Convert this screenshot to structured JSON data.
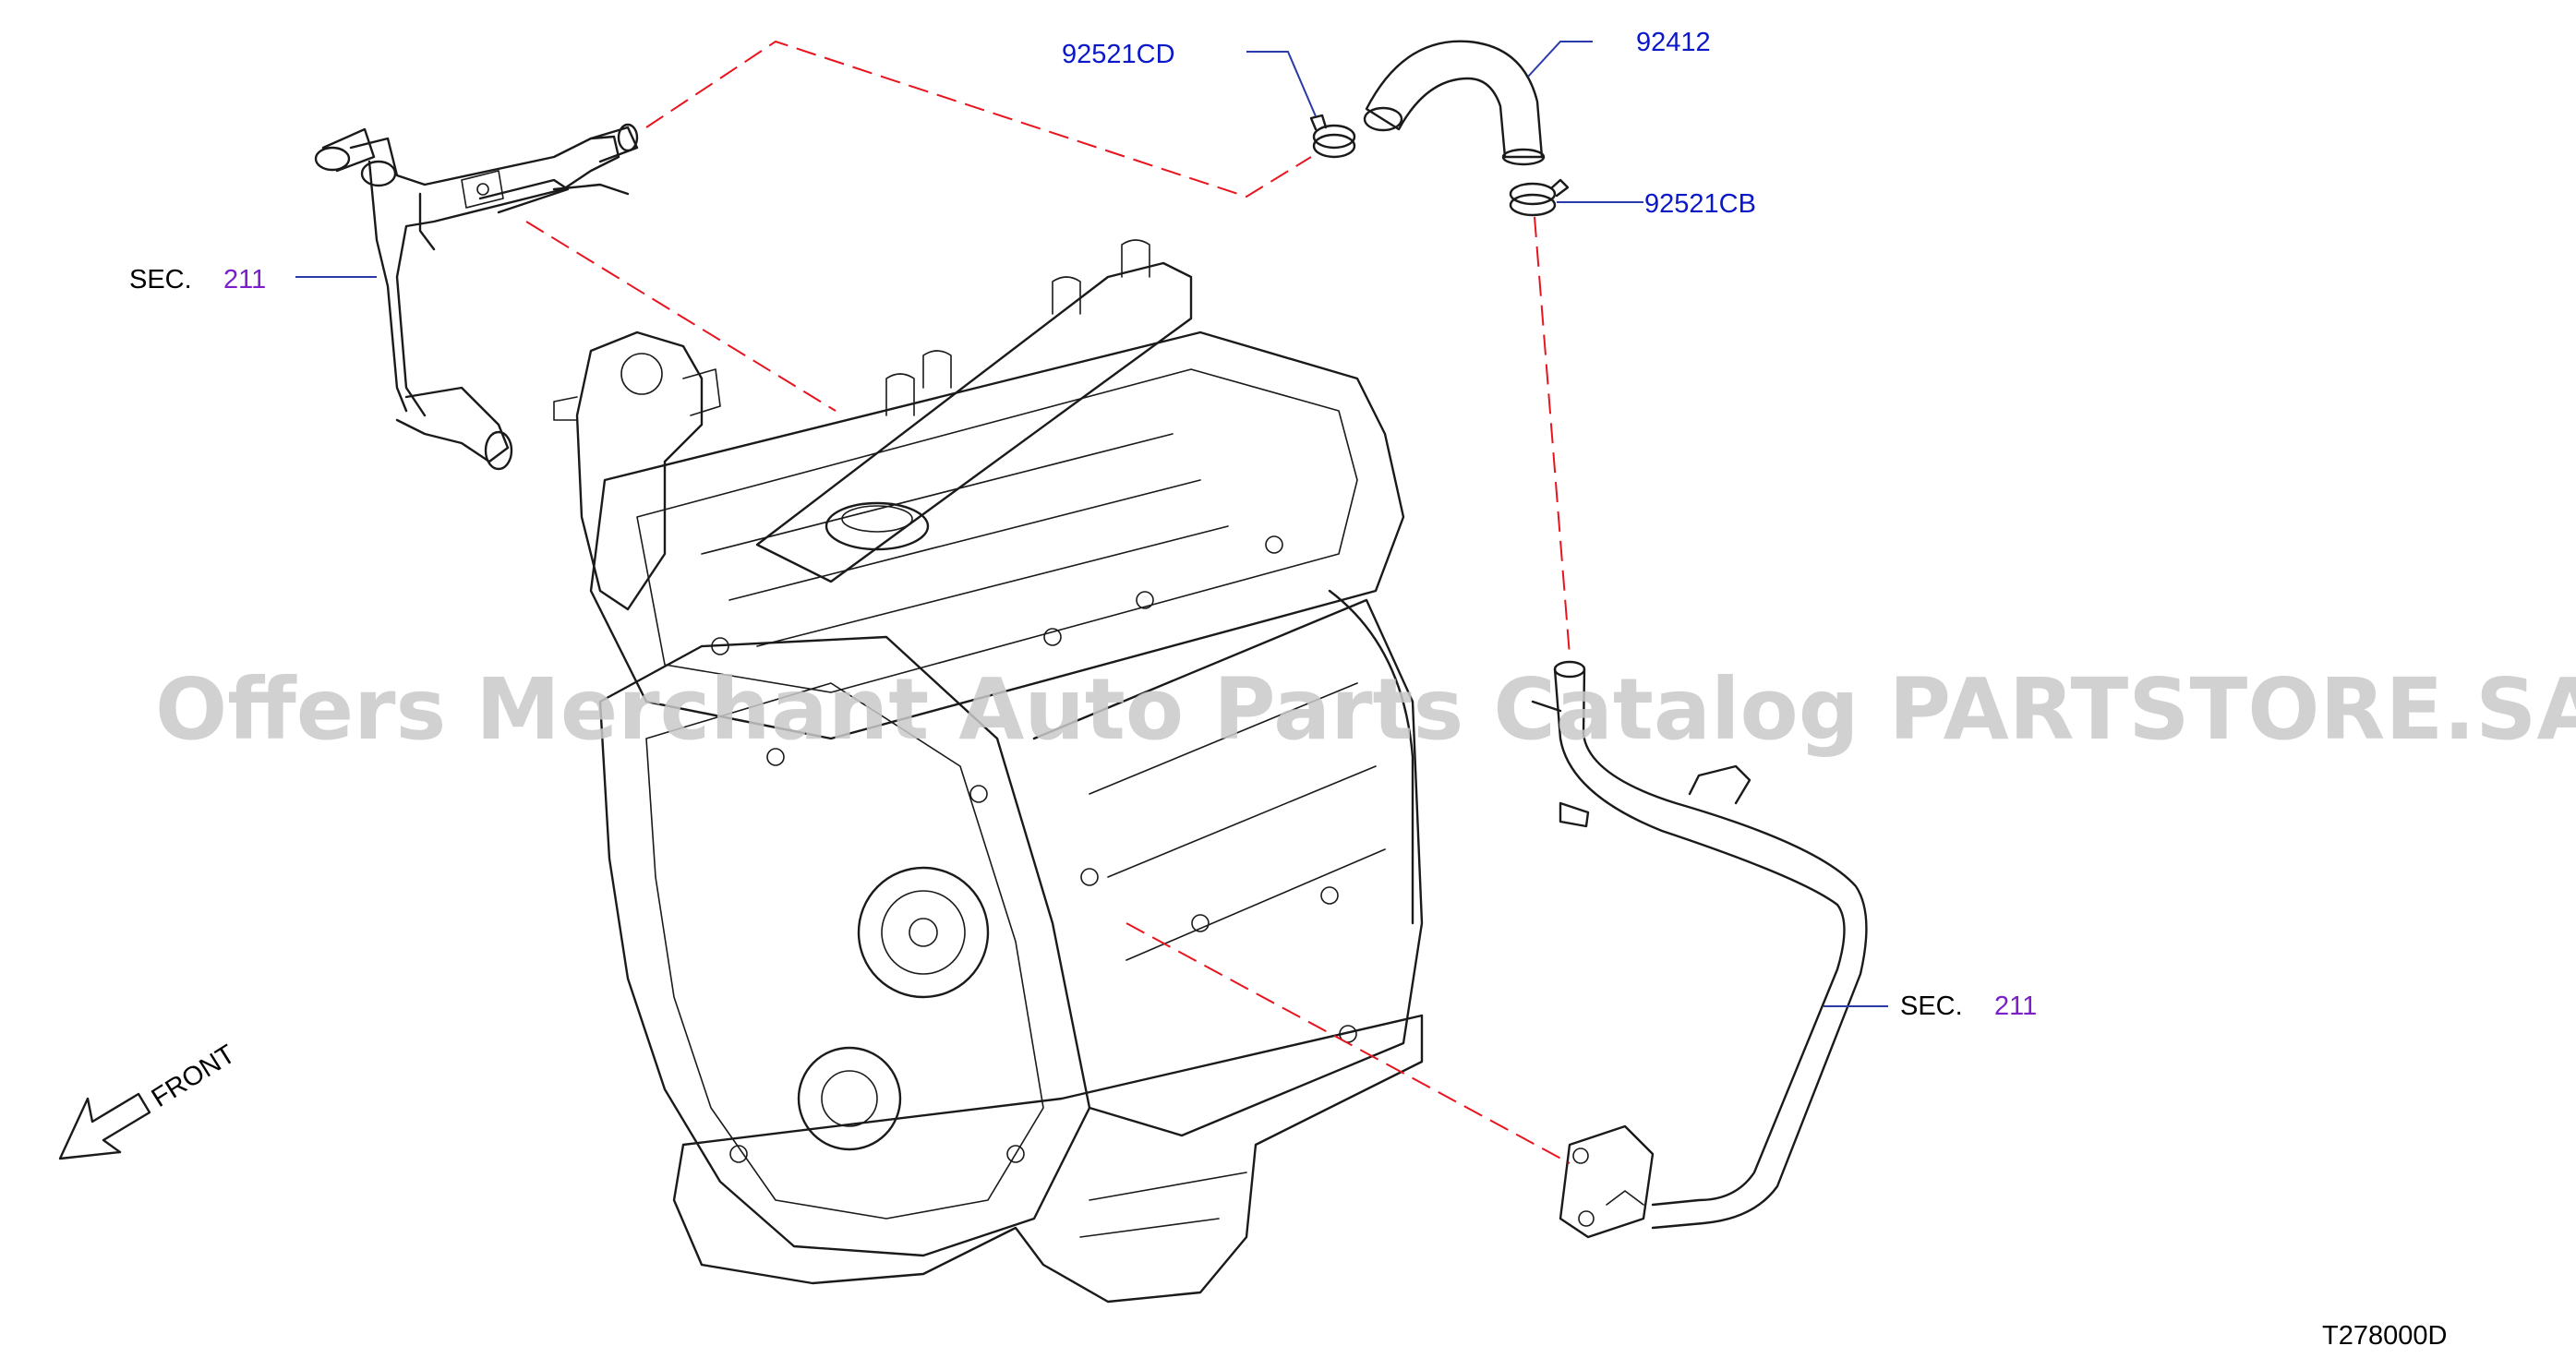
{
  "labels": {
    "part_92521CD": "92521CD",
    "part_92412": "92412",
    "part_92521CB": "92521CB",
    "sec_word": "SEC.",
    "sec_ref": "211",
    "front": "FRONT",
    "diagram_code": "T278000D"
  },
  "watermark": "Offers Merchant Auto Parts Catalog PARTSTORE.SA",
  "colors": {
    "part_number": "#0a18c8",
    "section_ref": "#7a1fc9",
    "dashed_line": "#e8141e",
    "leader_line": "#2a3aa8"
  }
}
